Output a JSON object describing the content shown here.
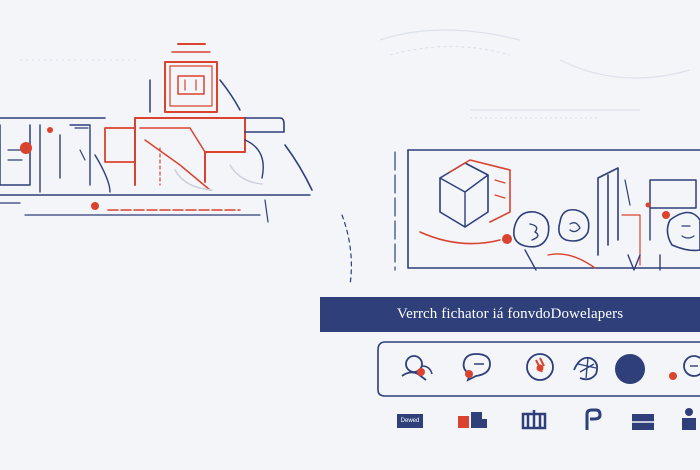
{
  "banner": {
    "text": "Verrch fichator iá fonvdoDowelapers"
  },
  "badge": {
    "text": "Dewed"
  },
  "colors": {
    "background": "#f3f5f9",
    "navy": "#2e3f7a",
    "accent_red": "#d9432f",
    "line_gray": "#c9ced8"
  },
  "icons": {
    "left_illustration": "machinery-illustration",
    "center_illustration": "developer-tools-illustration",
    "row": [
      "magnifier-icon",
      "chat-bubble-icon",
      "badge-icon",
      "flame-icon",
      "circle-icon",
      "dot-icon"
    ],
    "bottom_row": [
      "document-tag-icon",
      "blocks-icon",
      "robot-icon",
      "hook-icon",
      "cube-icon",
      "figure-icon"
    ]
  }
}
